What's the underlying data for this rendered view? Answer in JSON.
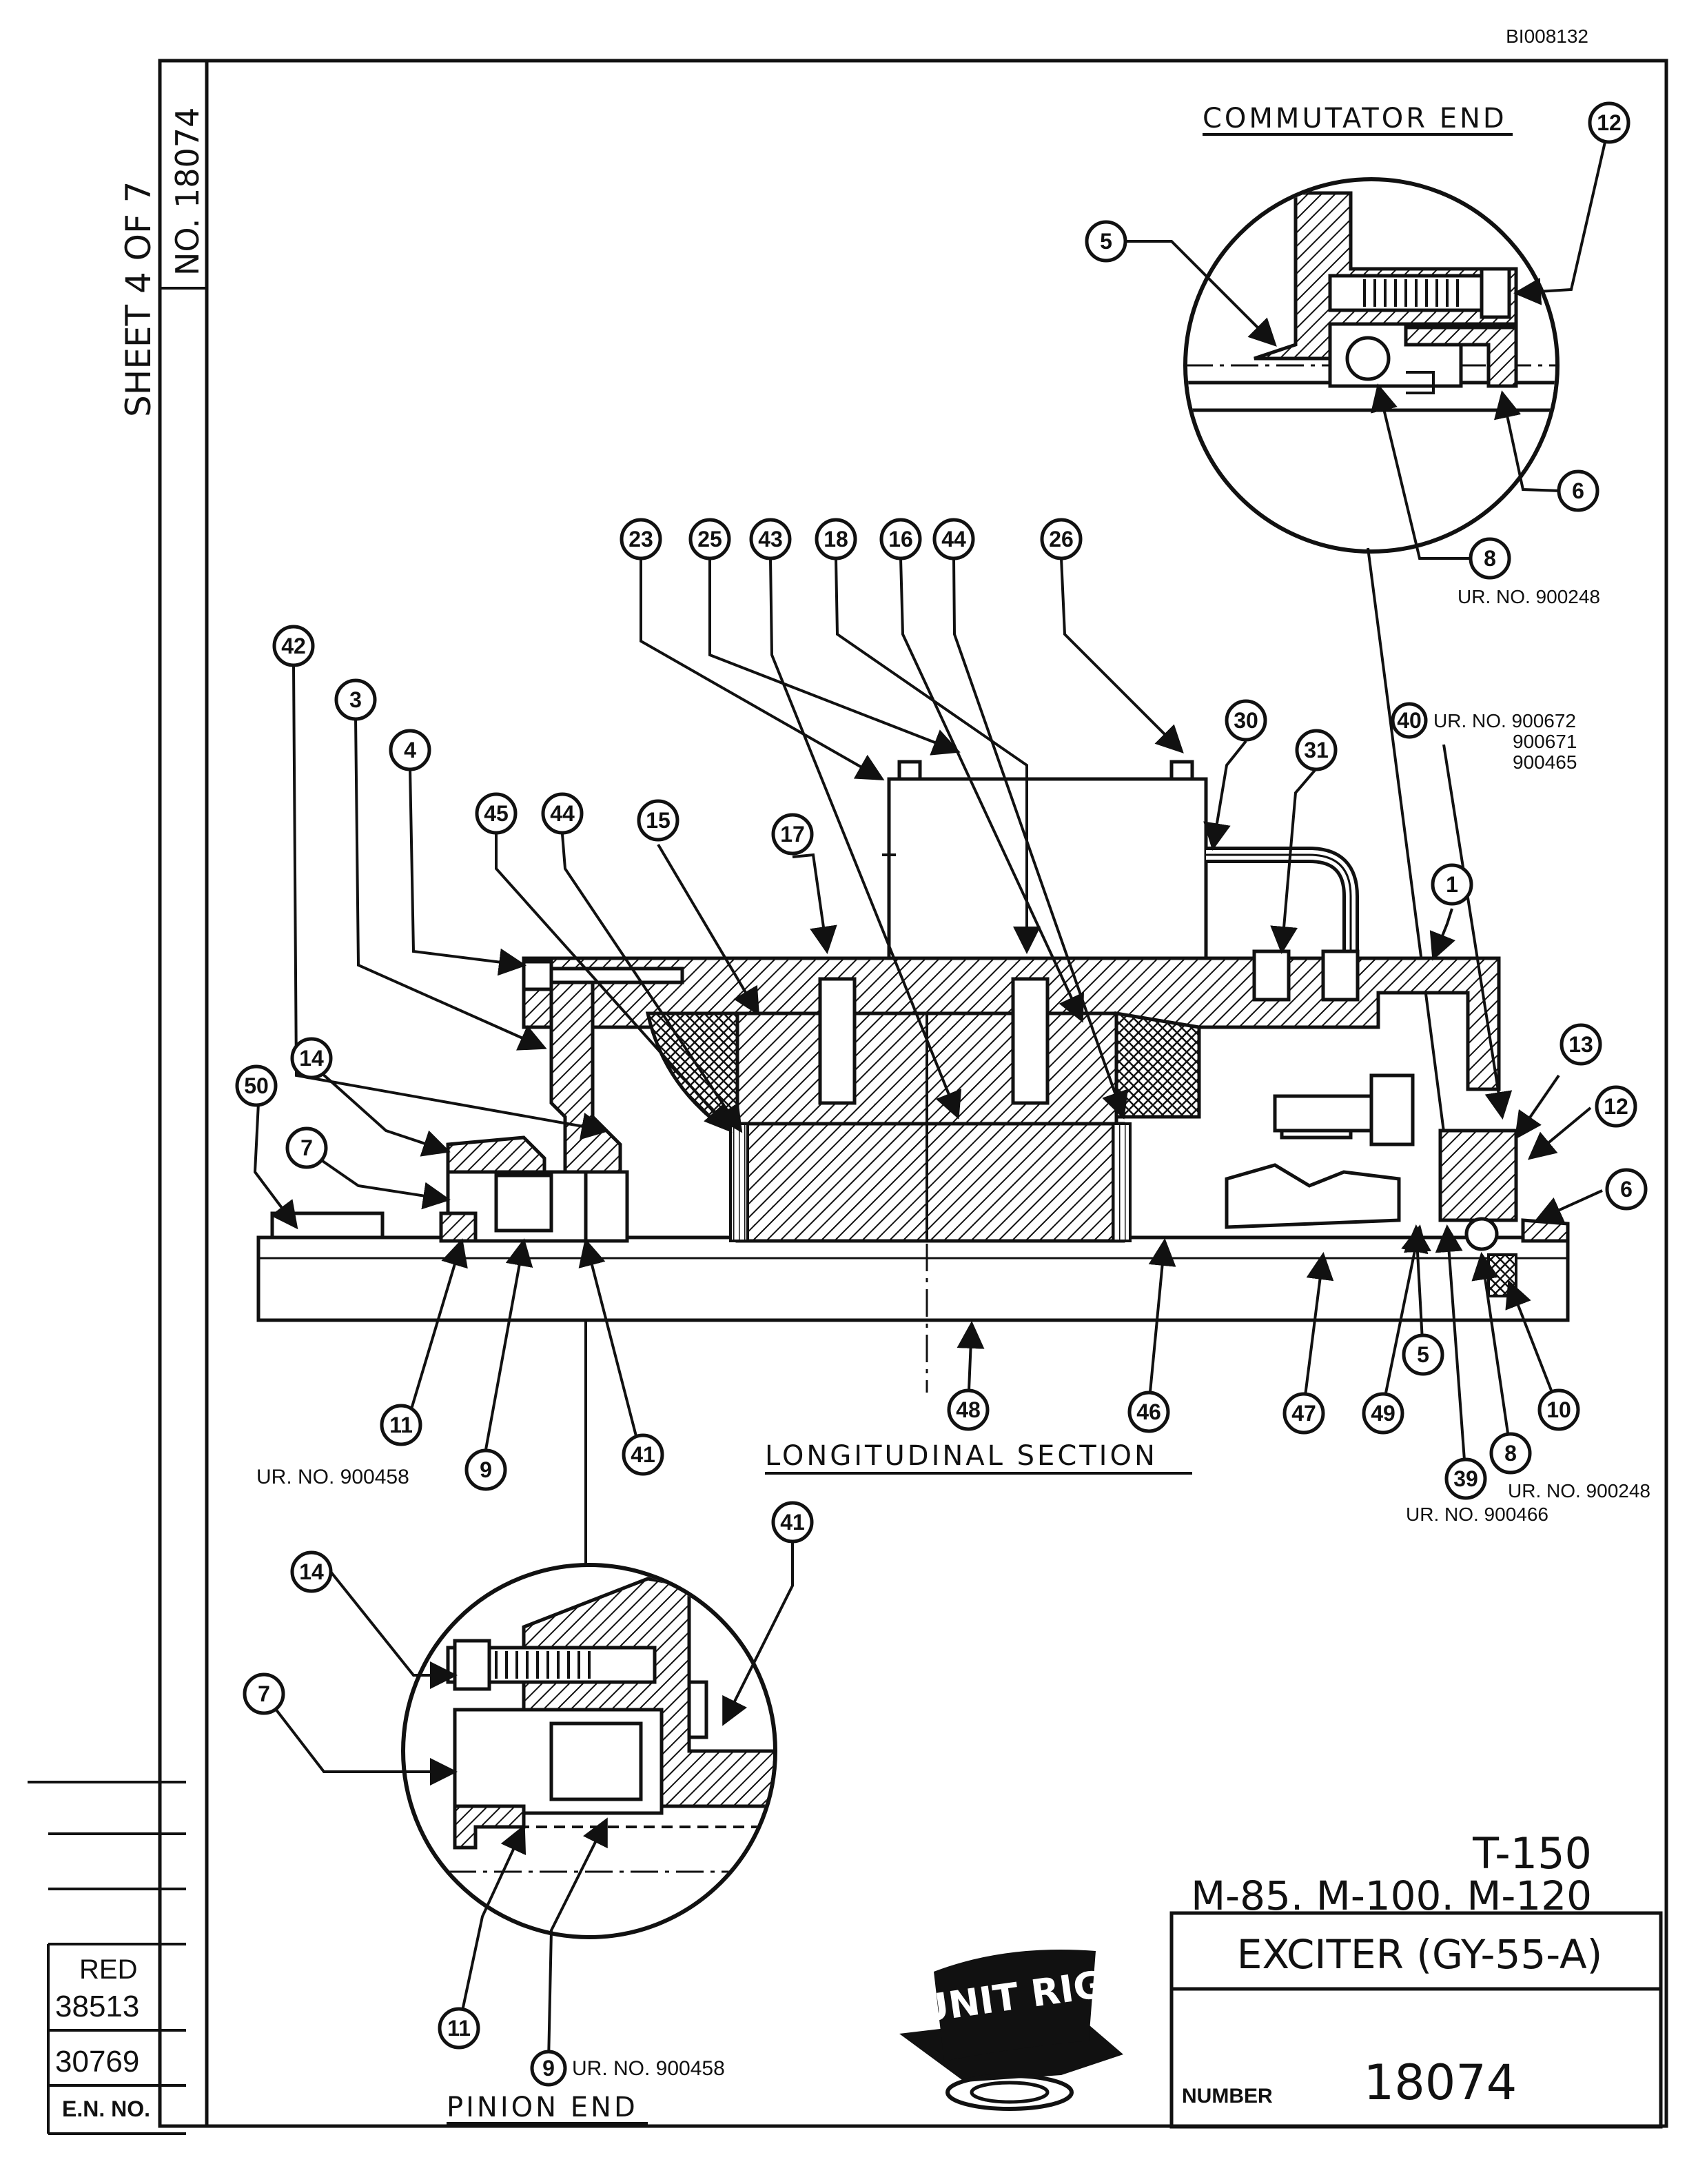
{
  "doc_id": "BI008132",
  "sheet": "SHEET 4 OF 7",
  "sheet_number": "NO. 18074",
  "views": {
    "commutator_end": "COMMUTATOR END",
    "longitudinal_section": "LONGITUDINAL SECTION",
    "pinion_end": "PINION END"
  },
  "ur_notes": {
    "ur_900248_top": "UR. NO. 900248",
    "ur_900672": "UR. NO. 900672",
    "ur_900671": "900671",
    "ur_900465": "900465",
    "ur_900458_left": "UR. NO. 900458",
    "ur_900248_right": "UR. NO. 900248",
    "ur_900466": "UR. NO. 900466",
    "ur_900458_bottom": "UR. NO. 900458"
  },
  "callouts": [
    "23",
    "25",
    "43",
    "18",
    "16",
    "44",
    "26",
    "42",
    "3",
    "4",
    "45",
    "44",
    "15",
    "17",
    "30",
    "31",
    "40",
    "1",
    "50",
    "14",
    "7",
    "13",
    "12",
    "6",
    "11",
    "9",
    "41",
    "48",
    "46",
    "47",
    "49",
    "5",
    "10",
    "8",
    "39",
    "5",
    "12",
    "6",
    "8",
    "14",
    "7",
    "41",
    "11",
    "9"
  ],
  "title_block": {
    "models_line1": "T-150",
    "models_line2": "M-85. M-100. M-120",
    "part_name": "EXCITER (GY-55-A)",
    "number_label": "NUMBER",
    "number_value": "18074",
    "logo_text": "UNIT RIG"
  },
  "revision_block": {
    "red_label": "RED",
    "rev1": "38513",
    "rev2": "30769",
    "en_label": "E.N. NO."
  }
}
